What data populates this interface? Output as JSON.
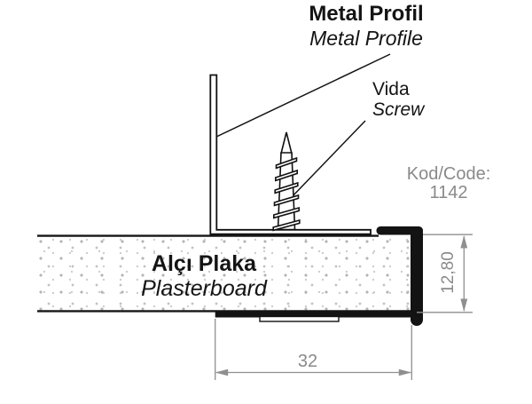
{
  "diagram": {
    "title": {
      "tr": "Metal Profil",
      "en": "Metal Profile"
    },
    "screw_label": {
      "tr": "Vida",
      "en": "Screw"
    },
    "board_label": {
      "tr": "Alçı Plaka",
      "en": "Plasterboard"
    },
    "code": {
      "label": "Kod/Code:",
      "value": "1142"
    },
    "dimensions": {
      "profile_height": "12,80",
      "flange_width": "32"
    },
    "colors": {
      "ink": "#141414",
      "annotation": "#8a8a8a",
      "texture": "#c2c2c2"
    }
  }
}
